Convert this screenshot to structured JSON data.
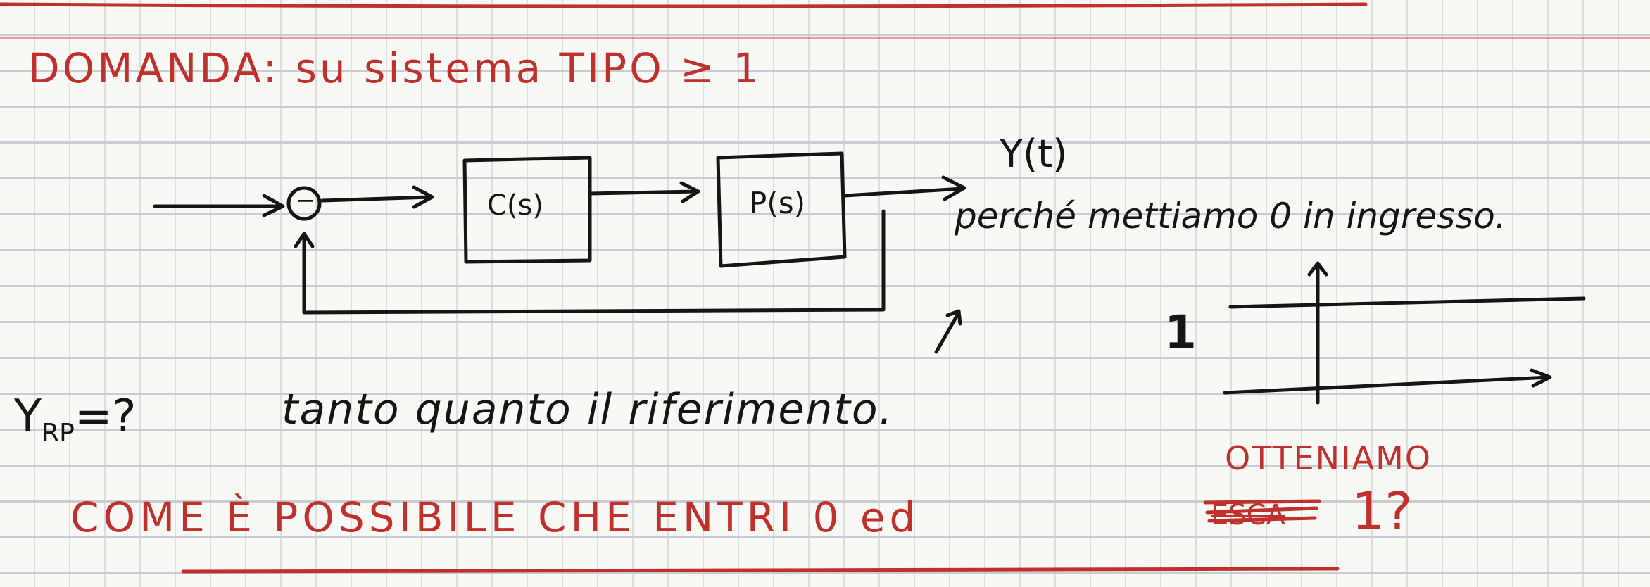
{
  "notes": {
    "question": "DOMANDA: su sistema TIPO ≥ 1",
    "output_label": "Y(t)",
    "controller_label": "C(s)",
    "plant_label": "P(s)",
    "sum_sign": "−",
    "annotation": "perché mettiamo 0 in ingresso.",
    "step_value": "1",
    "yrp_label": "Y",
    "yrp_subscript": "RP",
    "yrp_suffix": "=?",
    "answer": "tanto quanto il riferimento.",
    "obtained": "OTTENIAMO",
    "question_bottom": "COME È POSSIBILE CHE ENTRI 0 ed",
    "struck_word": "ESCA",
    "result_value": "1?"
  },
  "colors": {
    "red_ink": "#c0302d",
    "black_ink": "#151515",
    "paper": "#f8f8f5",
    "grid": "#c9ccd1"
  }
}
